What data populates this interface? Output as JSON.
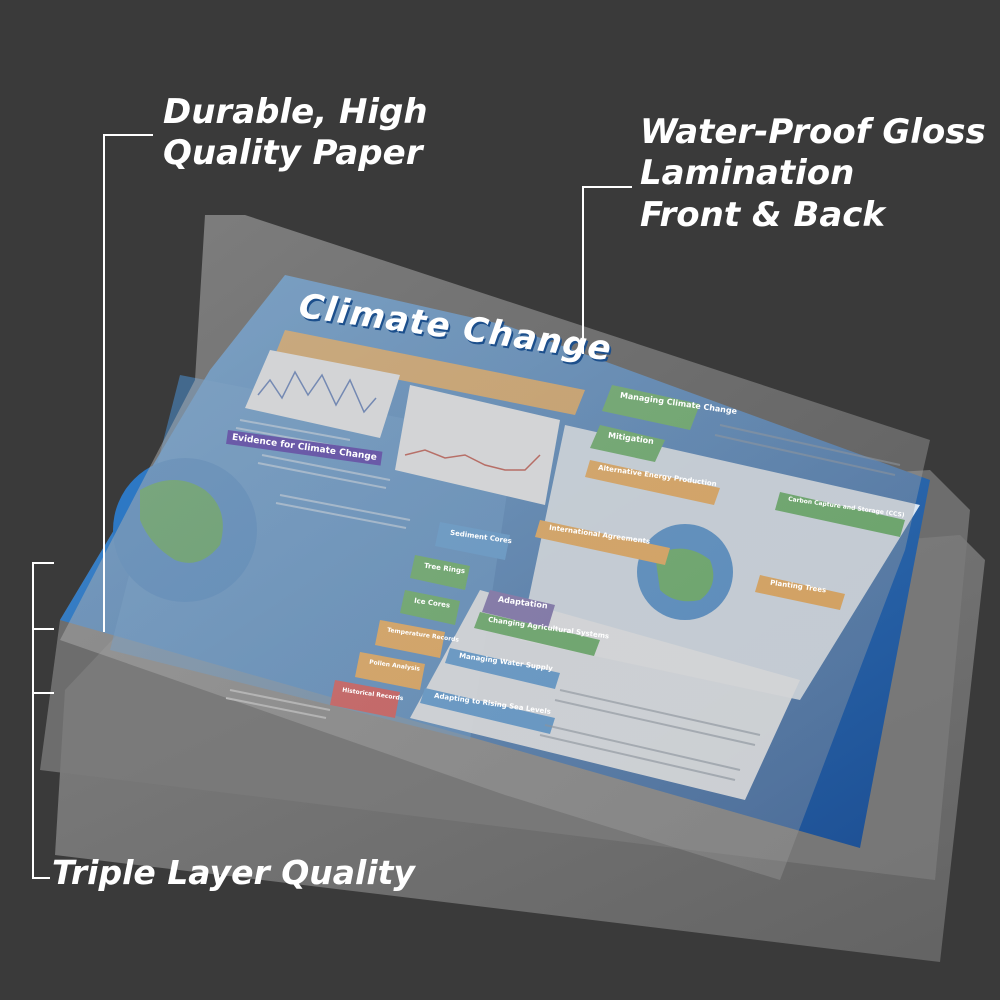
{
  "callouts": {
    "paper": [
      "Durable, High",
      "Quality Paper"
    ],
    "lamination": [
      "Water-Proof Gloss",
      "Lamination",
      "Front & Back"
    ],
    "layers": "Triple Layer Quality"
  },
  "poster": {
    "title": "Climate Change",
    "sections": {
      "evidence": "Evidence for Climate Change",
      "managing": "Managing Climate Change",
      "mitigation": "Mitigation",
      "adaptation": "Adaptation",
      "alternative_energy": "Alternative Energy Production",
      "international": "International Agreements",
      "carbon_capture": "Carbon Capture and Storage (CCS)",
      "planting": "Planting Trees",
      "agriculture": "Changing Agricultural Systems",
      "water": "Managing Water Supply",
      "sea_levels": "Adapting to Rising Sea Levels"
    },
    "evidence_labels": [
      "Sediment Cores",
      "Tree Rings",
      "Ice Cores",
      "Temperature Records",
      "Pollen Analysis",
      "Historical Records"
    ]
  },
  "colors": {
    "background": "#3a3a3a",
    "poster_blue": "#2d6fb8",
    "poster_dark_blue": "#1d4f93",
    "accent_orange": "#f2a23a",
    "accent_green": "#4aa64a",
    "accent_red": "#d93a3a",
    "accent_purple": "#6a5aa8"
  }
}
